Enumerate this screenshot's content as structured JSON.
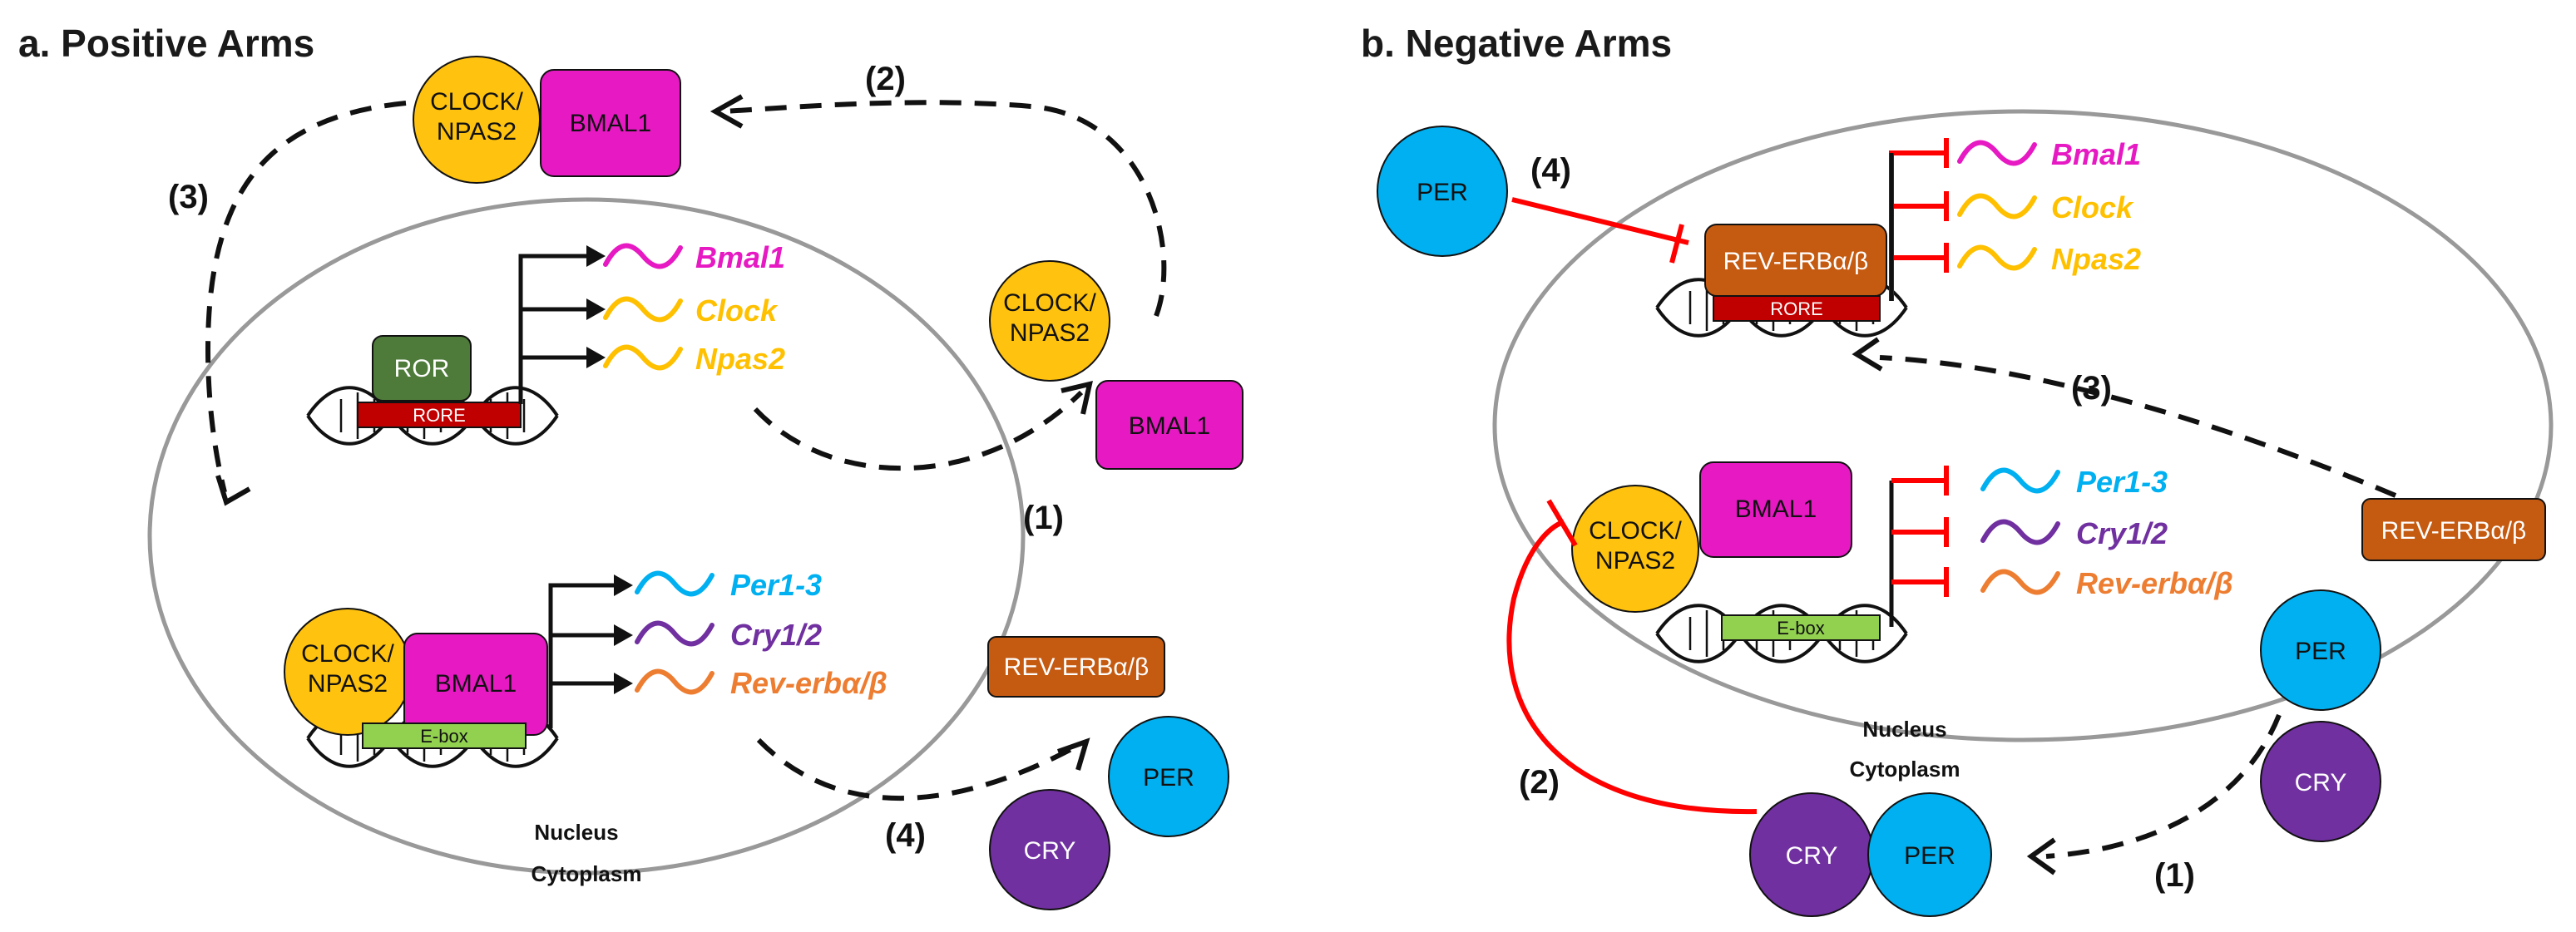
{
  "panels": {
    "a": {
      "title": "a. Positive Arms",
      "steps": [
        "(1)",
        "(2)",
        "(3)",
        "(4)"
      ],
      "nucleus_label": "Nucleus",
      "cytoplasm_label": "Cytoplasm",
      "ror_label": "ROR",
      "rore_label": "RORE",
      "ebox_label": "E-box",
      "clock_npas2": "CLOCK/\nNPAS2",
      "bmal1": "BMAL1",
      "rev_erb": "REV-ERBα/β",
      "per": "PER",
      "cry": "CRY",
      "rore_genes": [
        "Bmal1",
        "Clock",
        "Npas2"
      ],
      "ebox_genes": [
        "Per1-3",
        "Cry1/2",
        "Rev-erbα/β"
      ]
    },
    "b": {
      "title": "b. Negative Arms",
      "steps": [
        "(1)",
        "(2)",
        "(3)",
        "(4)"
      ],
      "nucleus_label": "Nucleus",
      "cytoplasm_label": "Cytoplasm",
      "rore_label": "RORE",
      "ebox_label": "E-box",
      "clock_npas2": "CLOCK/\nNPAS2",
      "bmal1": "BMAL1",
      "rev_erb": "REV-ERBα/β",
      "per": "PER",
      "cry": "CRY",
      "rore_genes": [
        "Bmal1",
        "Clock",
        "Npas2"
      ],
      "ebox_genes": [
        "Per1-3",
        "Cry1/2",
        "Rev-erbα/β"
      ]
    }
  },
  "colors": {
    "clock_npas2": "#FFC20E",
    "bmal1": "#E619C3",
    "ror": "#4E7A3A",
    "rore": "#C00000",
    "ebox": "#92D050",
    "rev_erb": "#C55A11",
    "per": "#00B0F0",
    "cry": "#7030A0",
    "gene_bmal1": "#E619C3",
    "gene_clock": "#FFC000",
    "gene_npas2": "#FFC000",
    "gene_per": "#00B0F0",
    "gene_cry": "#7030A0",
    "gene_reverb": "#ED7D31",
    "inhibition": "#FF0000",
    "nucleus_outline": "#999999"
  }
}
